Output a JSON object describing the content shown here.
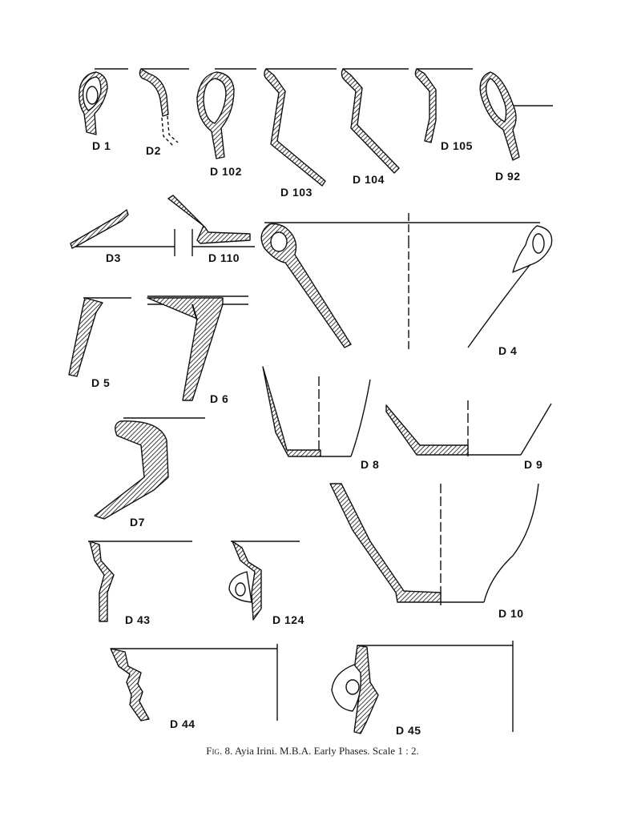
{
  "labels": {
    "d1": "D 1",
    "d2": "D2",
    "d102": "D 102",
    "d103": "D 103",
    "d104": "D 104",
    "d105": "D 105",
    "d92": "D 92",
    "d3": "D3",
    "d110": "D 110",
    "d4": "D 4",
    "d5": "D 5",
    "d6": "D 6",
    "d7": "D7",
    "d8": "D 8",
    "d9": "D 9",
    "d43": "D 43",
    "d124": "D 124",
    "d10": "D 10",
    "d44": "D 44",
    "d45": "D 45"
  },
  "caption": {
    "fig": "Fig. 8.",
    "text": "Ayia Irini. M.B.A. Early Phases. Scale 1 : 2."
  }
}
